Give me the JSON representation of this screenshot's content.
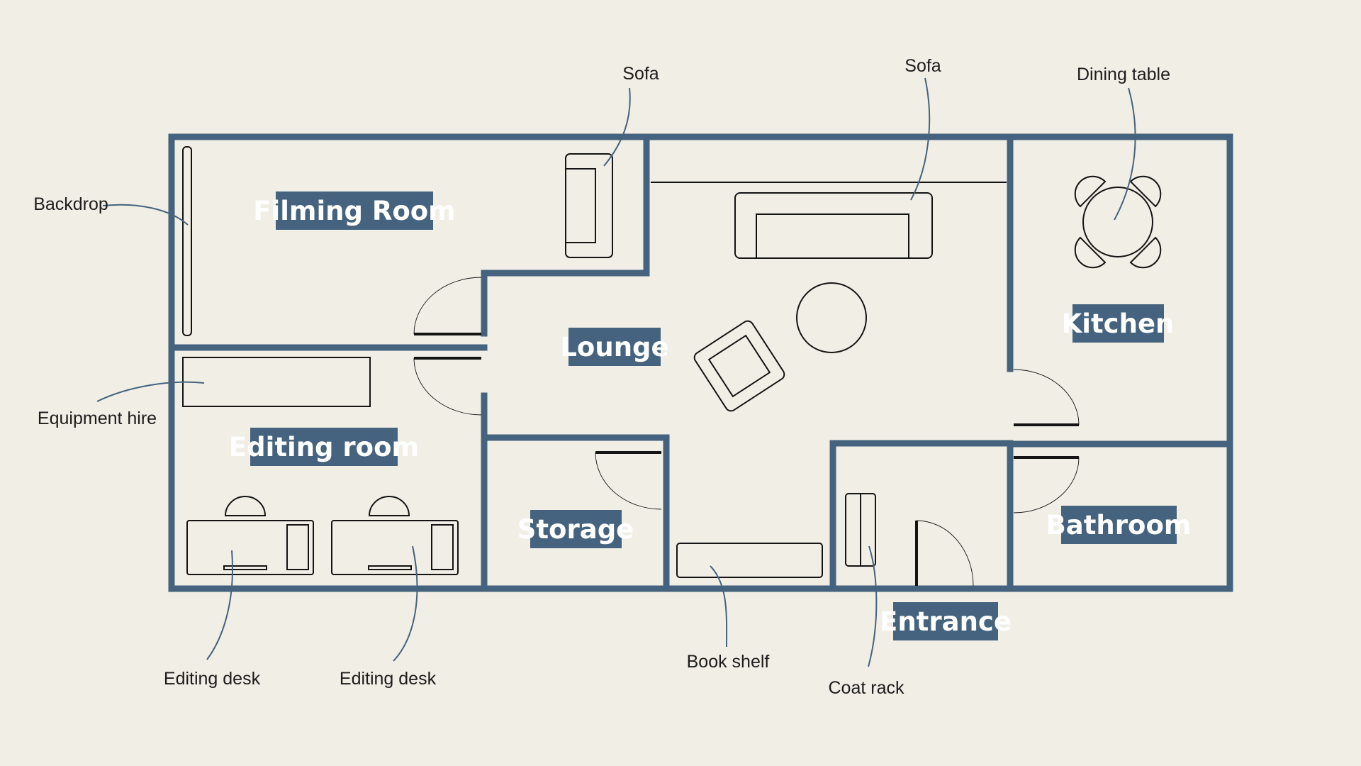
{
  "colors": {
    "background": "#f1eee5",
    "walls": "#45637e",
    "room_label_bg": "#45637e",
    "room_label_text": "#ffffff",
    "furniture": "#141414",
    "leader_lines": "#45637e"
  },
  "rooms": {
    "filming_room": "Filming Room",
    "editing_room": "Editing room",
    "lounge": "Lounge",
    "storage": "Storage",
    "kitchen": "Kitchen",
    "bathroom": "Bathroom",
    "entrance": "Entrance"
  },
  "furniture_labels": {
    "backdrop": "Backdrop",
    "equipment_hire": "Equipment hire",
    "sofa_filming": "Sofa",
    "sofa_lounge": "Sofa",
    "dining_table": "Dining table",
    "editing_desk_1": "Editing desk",
    "editing_desk_2": "Editing desk",
    "book_shelf": "Book shelf",
    "coat_rack": "Coat rack"
  }
}
